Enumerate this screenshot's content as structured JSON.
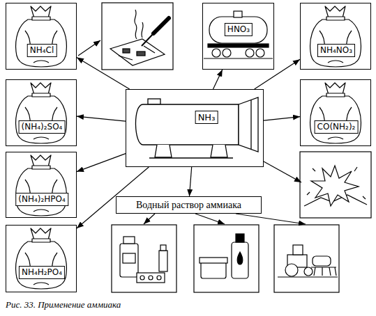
{
  "diagram": {
    "caption": "Рис. 33. Применение аммиака",
    "nodes": [
      {
        "text": [
          "NH₄Cl"
        ]
      },
      {
        "text": [
          "HNO₃"
        ]
      },
      {
        "text": [
          "NH₄NO₃"
        ]
      },
      {
        "text": [
          "(NH₄)₂SO₄"
        ]
      },
      {
        "text": [
          "NH₃"
        ]
      },
      {
        "text": [
          "CO(NH₂)₂"
        ]
      },
      {
        "text": [
          "(NH₄)₂HPO₄"
        ]
      },
      {
        "text": [
          "Водный раствор аммиака"
        ]
      },
      {
        "text": [
          "NH₄H₂PO₄"
        ]
      }
    ],
    "edges": [
      {
        "from": 4,
        "to": 0,
        "arrow": "to"
      },
      {
        "from": 4,
        "to": 1,
        "arrow": "to"
      },
      {
        "from": 4,
        "to": 2,
        "arrow": "to"
      },
      {
        "from": 4,
        "to": 3,
        "arrow": "to"
      },
      {
        "from": 4,
        "to": 5,
        "arrow": "to"
      },
      {
        "from": 4,
        "to": 6,
        "arrow": "to"
      },
      {
        "from": 4,
        "to": 7,
        "arrow": "to"
      },
      {
        "from": 4,
        "to": 8,
        "arrow": "to"
      }
    ]
  }
}
